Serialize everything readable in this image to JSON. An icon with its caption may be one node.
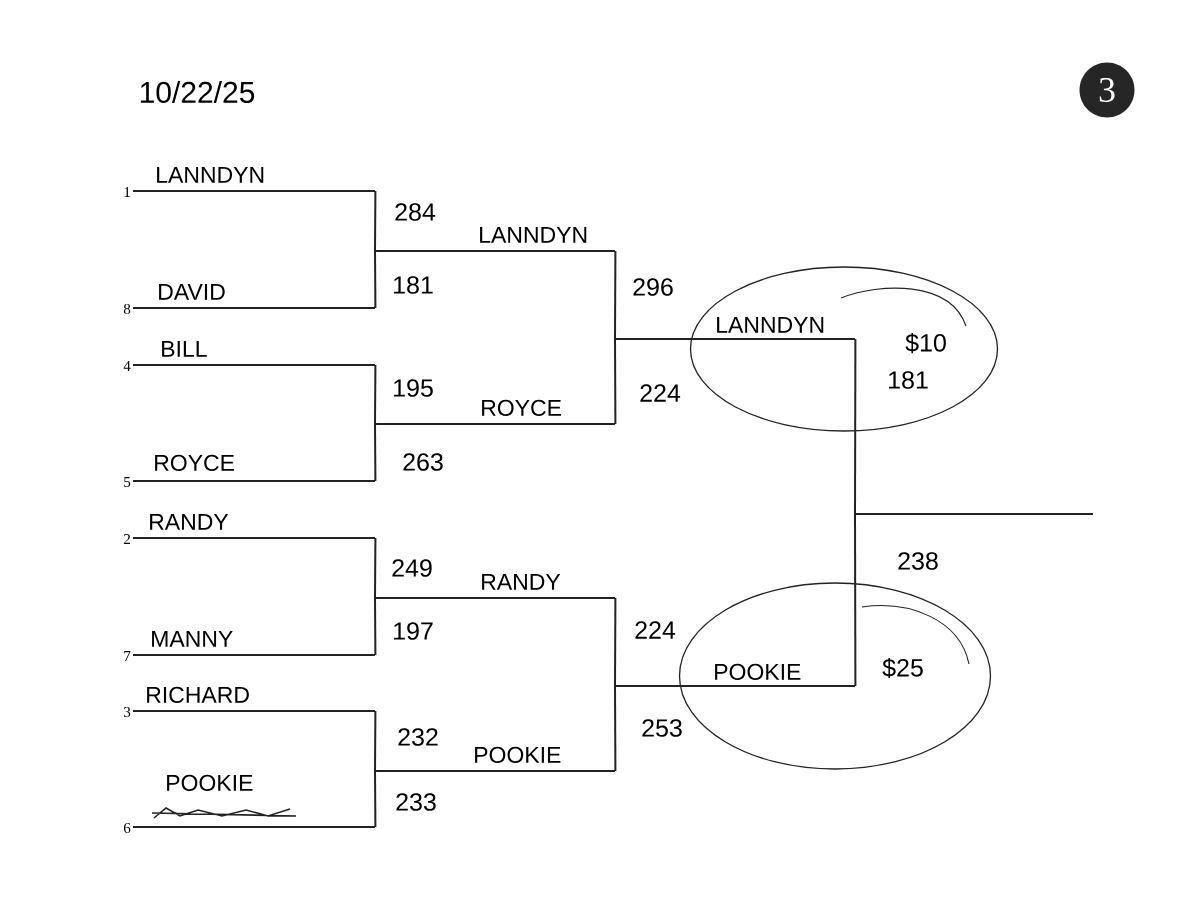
{
  "diagram": {
    "nodes": [
      {
        "text": [
          "LANNDYN"
        ],
        "beside": [
          "1"
        ]
      },
      {
        "text": [
          "DAVID"
        ],
        "beside": [
          "8"
        ]
      },
      {
        "text": [
          "BILL"
        ],
        "beside": [
          "4"
        ]
      },
      {
        "text": [
          "ROYCE"
        ],
        "beside": [
          "5"
        ]
      },
      {
        "text": [
          "RANDY"
        ],
        "beside": [
          "2"
        ]
      },
      {
        "text": [
          "MANNY"
        ],
        "beside": [
          "7"
        ]
      },
      {
        "text": [
          "RICHARD"
        ],
        "beside": [
          "3"
        ]
      },
      {
        "text": [
          "POOKIE"
        ],
        "beside": [
          "6"
        ]
      },
      {
        "text": [
          "LANNDYN"
        ]
      },
      {
        "text": [
          "ROYCE"
        ]
      },
      {
        "text": [
          "RANDY"
        ]
      },
      {
        "text": [
          "POOKIE"
        ]
      },
      {
        "text": [
          "LANNDYN"
        ],
        "beside": [
          "$10"
        ]
      },
      {
        "text": [
          "POOKIE"
        ],
        "beside": [
          "$25"
        ]
      },
      {
        "text": [],
        "shape": "line"
      }
    ],
    "edges": [
      {
        "from": 0,
        "to": 8,
        "arrow": "none",
        "label": "284"
      },
      {
        "from": 1,
        "to": 8,
        "arrow": "none",
        "label": "181"
      },
      {
        "from": 2,
        "to": 9,
        "arrow": "none",
        "label": "195"
      },
      {
        "from": 3,
        "to": 9,
        "arrow": "none",
        "label": "263"
      },
      {
        "from": 4,
        "to": 10,
        "arrow": "none",
        "label": "249"
      },
      {
        "from": 5,
        "to": 10,
        "arrow": "none",
        "label": "197"
      },
      {
        "from": 6,
        "to": 11,
        "arrow": "none",
        "label": "232"
      },
      {
        "from": 7,
        "to": 11,
        "arrow": "none",
        "label": "233"
      },
      {
        "from": 8,
        "to": 12,
        "arrow": "none",
        "label": "296"
      },
      {
        "from": 9,
        "to": 12,
        "arrow": "none",
        "label": "224"
      },
      {
        "from": 10,
        "to": 13,
        "arrow": "none",
        "label": "224"
      },
      {
        "from": 11,
        "to": 13,
        "arrow": "none",
        "label": "253"
      },
      {
        "from": 12,
        "to": 14,
        "arrow": "none",
        "label": "181"
      },
      {
        "from": 13,
        "to": 14,
        "arrow": "none",
        "label": "238"
      }
    ],
    "labels": [
      "10/22/25",
      "3"
    ]
  }
}
